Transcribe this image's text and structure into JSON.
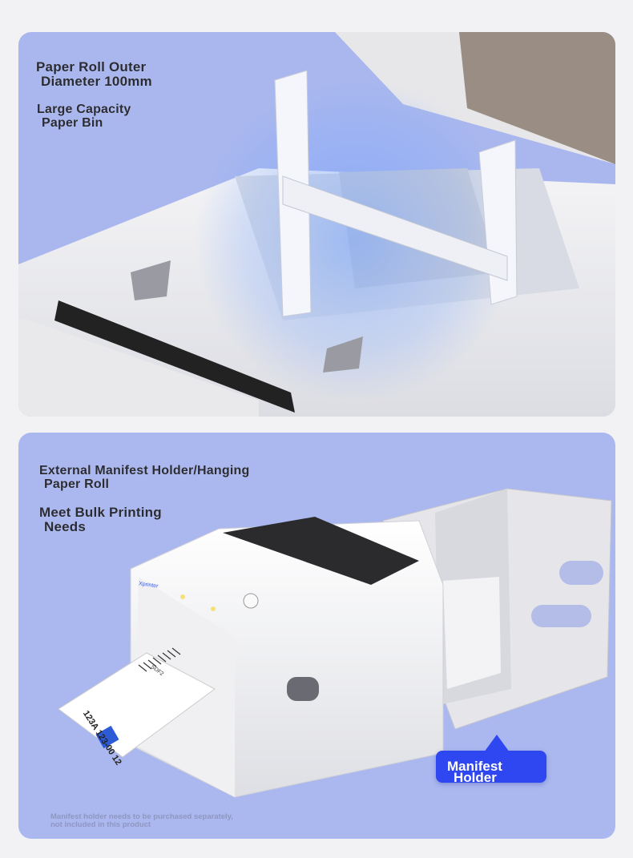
{
  "top_section": {
    "caption_1": {
      "line1": "Paper Roll Outer",
      "line2": "Diameter 100mm"
    },
    "caption_2": {
      "line1": "Large Capacity",
      "line2": "Paper Bin"
    }
  },
  "bottom_section": {
    "caption_1": {
      "line1": "External Manifest Holder/Hanging",
      "line2": "Paper Roll"
    },
    "caption_2": {
      "line1": "Meet Bulk Printing",
      "line2": "Needs"
    },
    "badge": {
      "line1": "Manifest",
      "line2": "Holder"
    },
    "footnote": {
      "line1": "Manifest holder needs to be purchased separately,",
      "line2": "not included in this product"
    },
    "printer_brand": "Xprinter",
    "label_text": {
      "address": "123A 123-00 12",
      "barcode_id": "SDF2"
    }
  }
}
